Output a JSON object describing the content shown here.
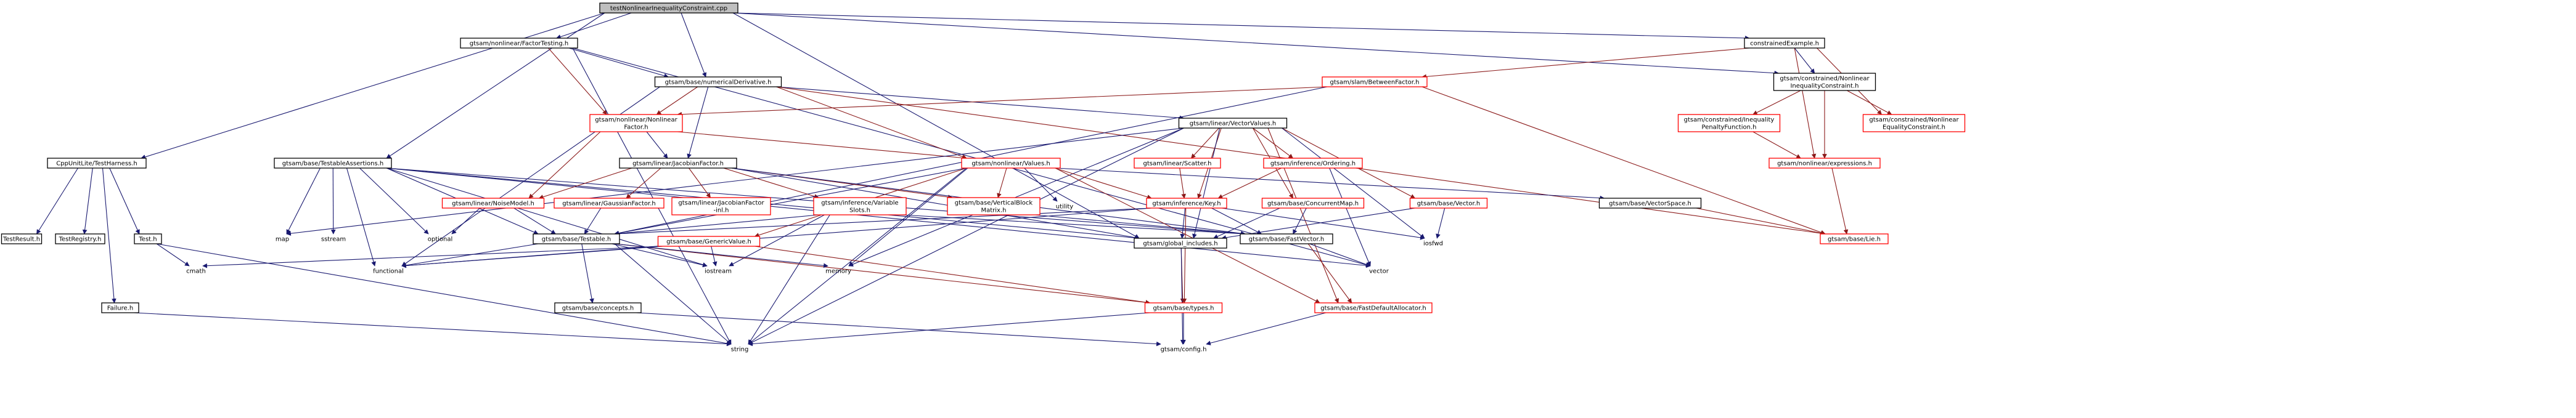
{
  "colors": {
    "background": "#ffffff",
    "root_fill": "#bfbfbf",
    "node_stroke_black": "#000000",
    "node_stroke_red": "#ff0000",
    "text_black": "#000000",
    "edge_blue": "#191970",
    "edge_red": "#8b1a1a"
  },
  "nodes": [
    {
      "id": "root",
      "label": "testNonlinearInequalityConstraint.cpp",
      "style": "root"
    },
    {
      "id": "factortesting",
      "label": "gtsam/nonlinear/FactorTesting.h",
      "style": "black"
    },
    {
      "id": "constrainedexample",
      "label": "constrainedExample.h",
      "style": "black"
    },
    {
      "id": "cppunitlite",
      "label": "CppUnitLite/TestHarness.h",
      "style": "black"
    },
    {
      "id": "testableassertions",
      "label": "gtsam/base/TestableAssertions.h",
      "style": "black"
    },
    {
      "id": "numericalderivative",
      "label": "gtsam/base/numericalDerivative.h",
      "style": "black"
    },
    {
      "id": "nonlinearfactor",
      "label": [
        "gtsam/nonlinear/Nonlinear",
        "Factor.h"
      ],
      "style": "red"
    },
    {
      "id": "betweenfactor",
      "label": "gtsam/slam/BetweenFactor.h",
      "style": "red"
    },
    {
      "id": "nonlinearinequality",
      "label": [
        "gtsam/constrained/Nonlinear",
        "InequalityConstraint.h"
      ],
      "style": "black"
    },
    {
      "id": "inequalitypenalty",
      "label": [
        "gtsam/constrained/Inequality",
        "PenaltyFunction.h"
      ],
      "style": "red"
    },
    {
      "id": "nonlinearequality",
      "label": [
        "gtsam/constrained/Nonlinear",
        "EqualityConstraint.h"
      ],
      "style": "red"
    },
    {
      "id": "vectorvalues",
      "label": "gtsam/linear/VectorValues.h",
      "style": "black"
    },
    {
      "id": "jacobianfactor",
      "label": "gtsam/linear/JacobianFactor.h",
      "style": "black"
    },
    {
      "id": "values",
      "label": "gtsam/nonlinear/Values.h",
      "style": "red"
    },
    {
      "id": "expressions",
      "label": "gtsam/nonlinear/expressions.h",
      "style": "red"
    },
    {
      "id": "scatter",
      "label": "gtsam/linear/Scatter.h",
      "style": "red"
    },
    {
      "id": "ordering",
      "label": "gtsam/inference/Ordering.h",
      "style": "red"
    },
    {
      "id": "noisemodel",
      "label": "gtsam/linear/NoiseModel.h",
      "style": "red"
    },
    {
      "id": "gaussianfactor",
      "label": "gtsam/linear/GaussianFactor.h",
      "style": "red"
    },
    {
      "id": "jacobianfactorinl",
      "label": [
        "gtsam/linear/JacobianFactor",
        "-inl.h"
      ],
      "style": "red"
    },
    {
      "id": "variableslots",
      "label": [
        "gtsam/inference/Variable",
        "Slots.h"
      ],
      "style": "red"
    },
    {
      "id": "verticalblockmatrix",
      "label": [
        "gtsam/base/VerticalBlock",
        "Matrix.h"
      ],
      "style": "red"
    },
    {
      "id": "utility",
      "label": "utility",
      "style": "gray"
    },
    {
      "id": "key",
      "label": "gtsam/inference/Key.h",
      "style": "red"
    },
    {
      "id": "concurrentmap",
      "label": "gtsam/base/ConcurrentMap.h",
      "style": "red"
    },
    {
      "id": "vectorh",
      "label": "gtsam/base/Vector.h",
      "style": "red"
    },
    {
      "id": "vectorspace",
      "label": "gtsam/base/VectorSpace.h",
      "style": "black"
    },
    {
      "id": "lie",
      "label": "gtsam/base/Lie.h",
      "style": "red"
    },
    {
      "id": "testresult",
      "label": "TestResult.h",
      "style": "black"
    },
    {
      "id": "testregistry",
      "label": "TestRegistry.h",
      "style": "black"
    },
    {
      "id": "testh",
      "label": "Test.h",
      "style": "black"
    },
    {
      "id": "failure",
      "label": "Failure.h",
      "style": "black"
    },
    {
      "id": "cmath",
      "label": "cmath",
      "style": "gray"
    },
    {
      "id": "map",
      "label": "map",
      "style": "gray"
    },
    {
      "id": "sstream",
      "label": "sstream",
      "style": "gray"
    },
    {
      "id": "optional",
      "label": "optional",
      "style": "gray"
    },
    {
      "id": "testable",
      "label": "gtsam/base/Testable.h",
      "style": "black"
    },
    {
      "id": "genericvalue",
      "label": "gtsam/base/GenericValue.h",
      "style": "red"
    },
    {
      "id": "globalincludes",
      "label": "gtsam/global_includes.h",
      "style": "black"
    },
    {
      "id": "fastvector",
      "label": "gtsam/base/FastVector.h",
      "style": "black"
    },
    {
      "id": "iosfwd",
      "label": "iosfwd",
      "style": "gray"
    },
    {
      "id": "functional",
      "label": "functional",
      "style": "gray"
    },
    {
      "id": "memory",
      "label": "memory",
      "style": "gray"
    },
    {
      "id": "iostream",
      "label": "iostream",
      "style": "gray"
    },
    {
      "id": "concepts",
      "label": "gtsam/base/concepts.h",
      "style": "black"
    },
    {
      "id": "vectorstd",
      "label": "vector",
      "style": "gray"
    },
    {
      "id": "types",
      "label": "gtsam/base/types.h",
      "style": "red"
    },
    {
      "id": "fastdefaultallocator",
      "label": "gtsam/base/FastDefaultAllocator.h",
      "style": "red"
    },
    {
      "id": "string",
      "label": "string",
      "style": "gray"
    },
    {
      "id": "config",
      "label": "gtsam/config.h",
      "style": "gray"
    }
  ],
  "edges": [
    [
      "root",
      "factortesting"
    ],
    [
      "root",
      "constrainedexample"
    ],
    [
      "root",
      "cppunitlite"
    ],
    [
      "root",
      "testableassertions"
    ],
    [
      "root",
      "numericalderivative"
    ],
    [
      "root",
      "globalincludes"
    ],
    [
      "root",
      "nonlinearinequality"
    ],
    [
      "factortesting",
      "numericalderivative"
    ],
    [
      "factortesting",
      "nonlinearfactor"
    ],
    [
      "factortesting",
      "string"
    ],
    [
      "factortesting",
      "vectorstd"
    ],
    [
      "constrainedexample",
      "betweenfactor"
    ],
    [
      "constrainedexample",
      "nonlinearinequality"
    ],
    [
      "constrainedexample",
      "nonlinearequality"
    ],
    [
      "constrainedexample",
      "expressions"
    ],
    [
      "cppunitlite",
      "testresult"
    ],
    [
      "cppunitlite",
      "testregistry"
    ],
    [
      "cppunitlite",
      "testh"
    ],
    [
      "cppunitlite",
      "failure"
    ],
    [
      "testh",
      "cmath"
    ],
    [
      "testh",
      "string"
    ],
    [
      "failure",
      "string"
    ],
    [
      "testableassertions",
      "map"
    ],
    [
      "testableassertions",
      "sstream"
    ],
    [
      "testableassertions",
      "optional"
    ],
    [
      "testableassertions",
      "testable"
    ],
    [
      "testableassertions",
      "functional"
    ],
    [
      "testableassertions",
      "iostream"
    ],
    [
      "testableassertions",
      "globalincludes"
    ],
    [
      "testableassertions",
      "fastvector"
    ],
    [
      "testableassertions",
      "vectorstd"
    ],
    [
      "numericalderivative",
      "nonlinearfactor"
    ],
    [
      "numericalderivative",
      "jacobianfactor"
    ],
    [
      "numericalderivative",
      "values"
    ],
    [
      "numericalderivative",
      "vectorvalues"
    ],
    [
      "numericalderivative",
      "functional"
    ],
    [
      "numericalderivative",
      "lie"
    ],
    [
      "nonlinearfactor",
      "jacobianfactor"
    ],
    [
      "nonlinearfactor",
      "values"
    ],
    [
      "nonlinearfactor",
      "noisemodel"
    ],
    [
      "betweenfactor",
      "nonlinearfactor"
    ],
    [
      "betweenfactor",
      "lie"
    ],
    [
      "betweenfactor",
      "testable"
    ],
    [
      "nonlinearinequality",
      "inequalitypenalty"
    ],
    [
      "nonlinearinequality",
      "nonlinearequality"
    ],
    [
      "nonlinearinequality",
      "expressions"
    ],
    [
      "inequalitypenalty",
      "expressions"
    ],
    [
      "expressions",
      "lie"
    ],
    [
      "vectorvalues",
      "scatter"
    ],
    [
      "vectorvalues",
      "ordering"
    ],
    [
      "vectorvalues",
      "concurrentmap"
    ],
    [
      "vectorvalues",
      "vectorh"
    ],
    [
      "vectorvalues",
      "key"
    ],
    [
      "vectorvalues",
      "globalincludes"
    ],
    [
      "vectorvalues",
      "map"
    ],
    [
      "vectorvalues",
      "memory"
    ],
    [
      "vectorvalues",
      "string"
    ],
    [
      "vectorvalues",
      "iosfwd"
    ],
    [
      "vectorvalues",
      "fastdefaultallocator"
    ],
    [
      "jacobianfactor",
      "noisemodel"
    ],
    [
      "jacobianfactor",
      "gaussianfactor"
    ],
    [
      "jacobianfactor",
      "jacobianfactorinl"
    ],
    [
      "jacobianfactor",
      "variableslots"
    ],
    [
      "jacobianfactor",
      "verticalblockmatrix"
    ],
    [
      "jacobianfactor",
      "globalincludes"
    ],
    [
      "jacobianfactor",
      "fastvector"
    ],
    [
      "values",
      "genericvalue"
    ],
    [
      "values",
      "verticalblockmatrix"
    ],
    [
      "values",
      "utility"
    ],
    [
      "values",
      "key"
    ],
    [
      "values",
      "vectorspace"
    ],
    [
      "values",
      "memory"
    ],
    [
      "values",
      "string"
    ],
    [
      "values",
      "testable"
    ],
    [
      "values",
      "fastdefaultallocator"
    ],
    [
      "scatter",
      "key"
    ],
    [
      "ordering",
      "key"
    ],
    [
      "ordering",
      "vectorstd"
    ],
    [
      "noisemodel",
      "testable"
    ],
    [
      "noisemodel",
      "optional"
    ],
    [
      "gaussianfactor",
      "testable"
    ],
    [
      "variableslots",
      "testable"
    ],
    [
      "variableslots",
      "string"
    ],
    [
      "variableslots",
      "iostream"
    ],
    [
      "variableslots",
      "fastvector"
    ],
    [
      "verticalblockmatrix",
      "fastvector"
    ],
    [
      "key",
      "testable"
    ],
    [
      "key",
      "globalincludes"
    ],
    [
      "key",
      "types"
    ],
    [
      "key",
      "fastvector"
    ],
    [
      "key",
      "iosfwd"
    ],
    [
      "key",
      "functional"
    ],
    [
      "concurrentmap",
      "fastvector"
    ],
    [
      "concurrentmap",
      "globalincludes"
    ],
    [
      "vectorh",
      "iosfwd"
    ],
    [
      "vectorh",
      "globalincludes"
    ],
    [
      "vectorspace",
      "lie"
    ],
    [
      "testable",
      "concepts"
    ],
    [
      "testable",
      "types"
    ],
    [
      "testable",
      "functional"
    ],
    [
      "testable",
      "memory"
    ],
    [
      "testable",
      "iostream"
    ],
    [
      "testable",
      "string"
    ],
    [
      "genericvalue",
      "cmath"
    ],
    [
      "genericvalue",
      "iostream"
    ],
    [
      "genericvalue",
      "types"
    ],
    [
      "genericvalue",
      "functional"
    ],
    [
      "globalincludes",
      "types"
    ],
    [
      "globalincludes",
      "config"
    ],
    [
      "fastvector",
      "vectorstd"
    ],
    [
      "fastvector",
      "fastdefaultallocator"
    ],
    [
      "concepts",
      "config"
    ],
    [
      "types",
      "string"
    ],
    [
      "types",
      "config"
    ],
    [
      "fastdefaultallocator",
      "config"
    ]
  ]
}
